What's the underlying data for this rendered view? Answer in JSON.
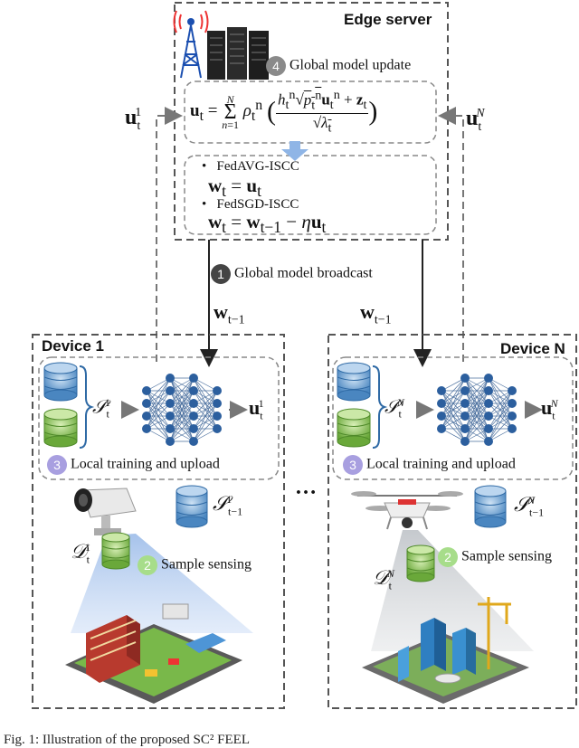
{
  "edge_server": {
    "title": "Edge server",
    "step4": {
      "num": "4",
      "label": "Global model update"
    },
    "equation": "u_t = Σ_{n=1}^{N} ρ_t^n ( (h_t^n √(p_t^n) u_t^n + z_t) / √λ_t )",
    "fedavg": {
      "name": "FedAVG-ISCC",
      "equation": "w_t = u_t"
    },
    "fedsgd": {
      "name": "FedSGD-ISCC",
      "equation": "w_t = w_{t-1} − η u_t"
    }
  },
  "links": {
    "uplink_left": "u_t^1",
    "uplink_right": "u_t^N",
    "downlink_left": "w_{t-1}",
    "downlink_right": "w_{t-1}",
    "step1": {
      "num": "1",
      "label": "Global model broadcast"
    }
  },
  "device1": {
    "title": "Device 1",
    "dataset": "S_t^1",
    "output": "u_t^1",
    "step3": {
      "num": "3",
      "label": "Local training and upload"
    },
    "stored": "S_{t-1}^1",
    "sensed": "D_t^1",
    "step2": {
      "num": "2",
      "label": "Sample sensing"
    }
  },
  "deviceN": {
    "title": "Device N",
    "dataset": "S_t^N",
    "output": "u_t^N",
    "step3": {
      "num": "3",
      "label": "Local training and upload"
    },
    "stored": "S_{t-1}^N",
    "sensed": "D_t^N",
    "step2": {
      "num": "2",
      "label": "Sample sensing"
    }
  },
  "ellipsis": "…",
  "caption": "Fig. 1: Illustration of the proposed SC² FEEL"
}
